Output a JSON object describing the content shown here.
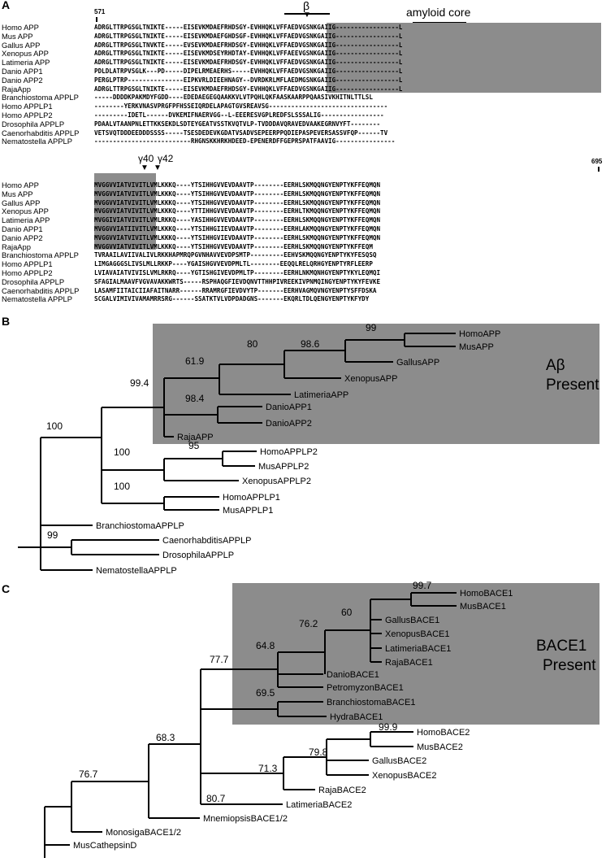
{
  "panelA": {
    "label": "A",
    "pos_start": "571",
    "pos_end": "695",
    "beta": "β",
    "amyloid_core": "amyloid core",
    "gamma40": "γ40",
    "gamma42": "γ42",
    "block1": {
      "names": [
        "Homo APP",
        "Mus APP",
        "Gallus APP",
        "Xenopus APP",
        "Latimeria APP",
        "Danio APP1",
        "Danio APP2",
        "RajaApp",
        "Branchiostoma APPLP",
        "Homo APPLP1",
        "Homo APPLP2",
        "Drosophila APPLP",
        "Caenorhabditis APPLP",
        "Nematostella APPLP"
      ],
      "seqs": [
        "ADRGLTTRPGSGLTNIKTE-----EISEVKMDAEFRHDSGY-EVHHQKLVFFAEDVGSNKGAIIG-----------------L",
        "ADRGLTTRPGSGLTNIKTE-----EISEVKMDAEFGHDSGF-EVHHQKLVFFAEDVGSNKGAIIG-----------------L",
        "ADRGLTTRPGSGLTNVKTE-----EVSEVKMDAEFRHDSGY-EVHHQKLVFFAEDVGSNKGAIIG-----------------L",
        "ADRGLTTRPGSGLTNIKTE-----EISEVKMDSEYRHDTAY-EVHHQKLVFFAEEVGSNKGAIIG-----------------L",
        "ADRGLTTRPGSGLTNIKTE-----EISEVKMDAEFRHDSGY-EVHHQKLVFFAEDVGSNKGAIIG-----------------L",
        "PDLDLATRPVSGLK---PD-----DIPELRMEAERHS-----EVHHQKLVFFAEDVGSNKGAIIG-----------------L",
        "PERGLPTRP---------------EIPKVRLDIEEHNAGY--DVRDKRLMFLAEDMGSNKGAIIG-----------------L",
        "ADRGLTTRPGSGLTNIKTE-----EISEVKMDAEFRHDSGY-EVHHQKLVFFAEDVGSNKGAIIG-----------------L",
        "-----DDDDKPAKMDYFGDD----EDEDAEGEGQAAKKVLVTPQHLQKFAASKAARPPQAASIVKHITNLTTLSL",
        "--------YERKVNASVPRGFPFHSSEIQRDELAPAGTGVSREAVSG--------------------------------",
        "---------IDETL------DVKEMIFNAERVGG--L-EEERESVGPLREDFSLSSSALIG-----------------",
        "PDAALVTAANPNLETTKKSEKDLSDTEYGEATVSSTKVQTVLP-TVDDDAVQRAVEDVAAKEGRNVYFT--------",
        "VETSVQTDDDEEDDDSSSS-----TSESDEDEVKGDATVSADVSEPEERPPQDIEPASPEVERSASSVFQP------TV",
        "--------------------------RHGNSKKHRKHDEED-EPENERDFFGEPRSPATFAAVIG----------------"
      ]
    },
    "block2": {
      "names": [
        "Homo APP",
        "Mus APP",
        "Gallus APP",
        "Xenopus APP",
        "Latimeria APP",
        "Danio APP1",
        "Danio APP2",
        "RajaApp",
        "Branchiostoma APPLP",
        "Homo APPLP1",
        "Homo APPLP2",
        "Drosophila APPLP",
        "Caenorhabditis APPLP",
        "Nematostella APPLP"
      ],
      "seqs": [
        "MVGGVVIATVIVITLVMLKKKQ----YTSIHHGVVEVDAAVTP--------EERHLSKMQQNGYENPTYKFFEQMQN",
        "MVGGVVIATVIVITLVMLKKKQ----YTSIHHGVVEVDAAVTP--------EERHLSKMQQNGYENPTYKFFEQMQN",
        "MVGGVVIATVIVITLVMLKKKQ----YTSIHHGVVEVDAAVTP--------EERHLSKMQQNGYENPTYKFFEQMQN",
        "MVGGVVIATVIVITLVMLKKKQ----YTTIHHGVVEVDAAVTP--------EERHLTKMQQNGYENPTYKFFEQMQN",
        "MVGGIVIATVIVITLVMLRKKQ----YASIHHGVVEVDAAVTP--------EERHLSKMQQNGYENPTYKFFEQMQN",
        "MVGGVVIATIIVITLVMLKKKQ----YTSIHHGIIEVDAAVTP--------EERHLAKMQQNGYENPTYKFFEQMQN",
        "MVGGVVIATVIVITLVMLKKKQ----YTSIHHGVIEVDAAVTP--------EERHLSKMQQNGYENPTYKFFEQMQN",
        "MVGGVVIATVIVITLVMLKKKQ----YTSIHHGVVEVDAAVTP--------EERHLSKMQQNGYENPTYKFFEQM",
        "TVRAAILAVIIVALIVLRKKHAPMRQPGVNHAVVEVDPSMTP---------EEHVSKMQQNGYENPTYKYFESQSQ",
        "LIMGAGGGSLIVSLMLLRKKP----YGAISHGVVEVDPMLTL--------EEQQLRELQRHGYENPTYRFLEERP",
        "LVIAVAIATVIVISLVMLRKRQ----YGTISHGIVEVDPMLTP--------EERHLNKMQNHGYENPTYKYLEQMQI",
        "SFAGIALMAAVFVGVAVAKKWRTS-----RSPHAQGFIEVDQNVTTHHPIVREEKIVPNMQINGYENPTYKYFEVKE",
        "LASAMFIITAICIIAFAITNARR------RRAMRGFIEVDVYTP-------EERHVAGMQVNGYENPTYSFFDSKA",
        "SCGALVIMIVIVAMAMRRSRG------SSATKTVLVDPDADGNS-------EKQRLTDLQENGYENPTYKFYDY"
      ]
    }
  },
  "panelB": {
    "label": "B",
    "group_label_line1": "Aβ",
    "group_label_line2": "Present",
    "leaves": [
      {
        "id": "HomoAPP",
        "label": "HomoAPP"
      },
      {
        "id": "MusAPP",
        "label": "MusAPP"
      },
      {
        "id": "GallusAPP",
        "label": "GallusAPP"
      },
      {
        "id": "XenopusAPP",
        "label": "XenopusAPP"
      },
      {
        "id": "LatimeriaAPP",
        "label": "LatimeriaAPP"
      },
      {
        "id": "DanioAPP1",
        "label": "DanioAPP1"
      },
      {
        "id": "DanioAPP2",
        "label": "DanioAPP2"
      },
      {
        "id": "RajaAPP",
        "label": "RajaAPP"
      },
      {
        "id": "HomoAPPLP2",
        "label": "HomoAPPLP2"
      },
      {
        "id": "MusAPPLP2",
        "label": "MusAPPLP2"
      },
      {
        "id": "XenopusAPPLP2",
        "label": "XenopusAPPLP2"
      },
      {
        "id": "HomoAPPLP1",
        "label": "HomoAPPLP1"
      },
      {
        "id": "MusAPPLP1",
        "label": "MusAPPLP1"
      },
      {
        "id": "BranchiostomaAPPLP",
        "label": "BranchiostomaAPPLP"
      },
      {
        "id": "CaenorhabditisAPPLP",
        "label": "CaenorhabditisAPPLP"
      },
      {
        "id": "DrosophilaAPPLP",
        "label": "DrosophilaAPPLP"
      },
      {
        "id": "NematostellaAPPLP",
        "label": "NematostellaAPPLP"
      }
    ],
    "bootstrap": [
      "99",
      "98.6",
      "80",
      "61.9",
      "98.4",
      "99.4",
      "95",
      "100",
      "100",
      "100",
      "99"
    ]
  },
  "panelC": {
    "label": "C",
    "group_label_line1": "BACE1",
    "group_label_line2": "Present",
    "leaves": [
      {
        "id": "HomoBACE1",
        "label": "HomoBACE1"
      },
      {
        "id": "MusBACE1",
        "label": "MusBACE1"
      },
      {
        "id": "GallusBACE1",
        "label": "GallusBACE1"
      },
      {
        "id": "XenopusBACE1",
        "label": "XenopusBACE1"
      },
      {
        "id": "LatimeriaBACE1",
        "label": "LatimeriaBACE1"
      },
      {
        "id": "RajaBACE1",
        "label": "RajaBACE1"
      },
      {
        "id": "DanioBACE1",
        "label": "DanioBACE1"
      },
      {
        "id": "PetromyzonBACE1",
        "label": "PetromyzonBACE1"
      },
      {
        "id": "BranchiostomaBACE1",
        "label": "BranchiostomaBACE1"
      },
      {
        "id": "HydraBACE1",
        "label": "HydraBACE1"
      },
      {
        "id": "HomoBACE2",
        "label": "HomoBACE2"
      },
      {
        "id": "MusBACE2",
        "label": "MusBACE2"
      },
      {
        "id": "GallusBACE2",
        "label": "GallusBACE2"
      },
      {
        "id": "XenopusBACE2",
        "label": "XenopusBACE2"
      },
      {
        "id": "RajaBACE2",
        "label": "RajaBACE2"
      },
      {
        "id": "LatimeriaBACE2",
        "label": "LatimeriaBACE2"
      },
      {
        "id": "MnemiopsisBACE1/2",
        "label": "MnemiopsisBACE1/2"
      },
      {
        "id": "MonosigaBACE1/2",
        "label": "MonosigaBACE1/2"
      },
      {
        "id": "MusCathepsinD",
        "label": "MusCathepsinD"
      }
    ],
    "bootstrap": [
      "99.7",
      "60",
      "76.2",
      "64.8",
      "69.5",
      "77.7",
      "99.9",
      "79.8",
      "71.3",
      "80.7",
      "68.3",
      "76.7"
    ]
  },
  "colors": {
    "shade": "#8c8c8c",
    "line": "#000000"
  }
}
